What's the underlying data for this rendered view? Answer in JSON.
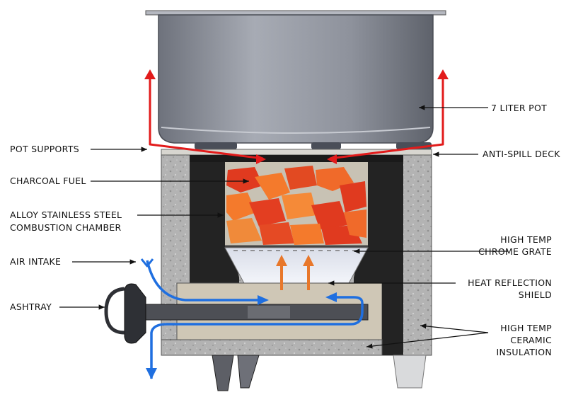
{
  "labels": {
    "pot": "7 LITER POT",
    "pot_supports": "POT SUPPORTS",
    "anti_spill": "ANTI-SPILL DECK",
    "charcoal": "CHARCOAL FUEL",
    "chamber_1": "ALLOY STAINLESS STEEL",
    "chamber_2": "COMBUSTION CHAMBER",
    "grate_1": "HIGH TEMP",
    "grate_2": "CHROME GRATE",
    "air_intake": "AIR INTAKE",
    "heat_1": "HEAT REFLECTION",
    "heat_2": "SHIELD",
    "ashtray": "ASHTRAY",
    "ceramic_1": "HIGH TEMP",
    "ceramic_2": "CERAMIC",
    "ceramic_3": "INSULATION"
  },
  "colors": {
    "hot_air": "#e21b1b",
    "cool_air": "#1f6fe0",
    "rising_heat": "#e8772a",
    "charcoal_dark": "#e03a1f",
    "charcoal_light": "#f47a2c",
    "insulation": "#b9b9b9",
    "chamber_wall": "#202020",
    "pot": "#8d919c"
  }
}
